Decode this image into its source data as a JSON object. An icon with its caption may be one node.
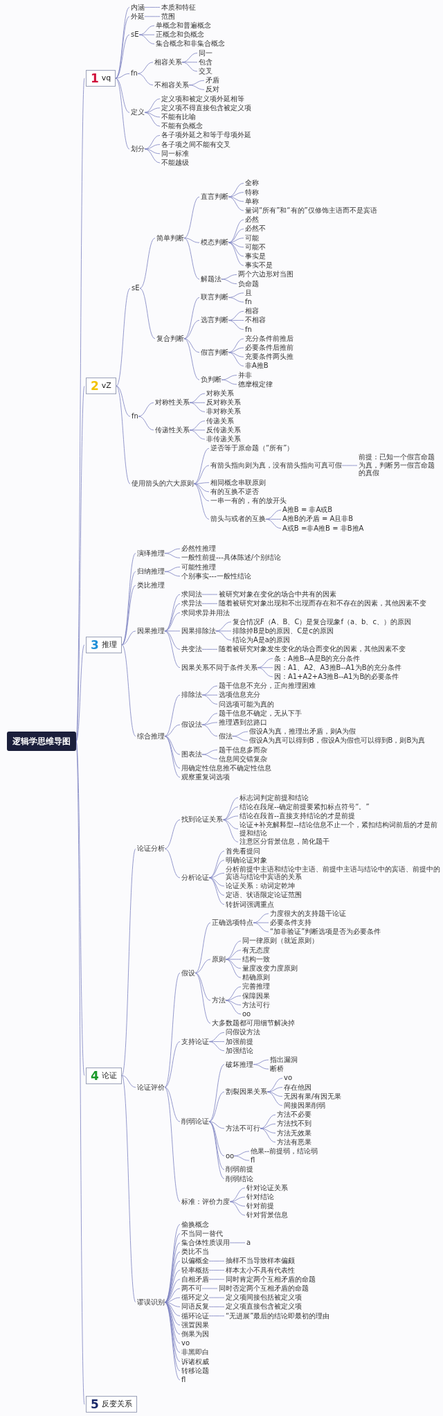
{
  "diagram": {
    "nodes": [
      {
        "text": [
          "逻辑学思维导图"
        ]
      },
      {
        "text": [
          "1",
          "vq"
        ]
      },
      {
        "text": [
          "内涵"
        ]
      },
      {
        "text": [
          "本质和特征"
        ]
      },
      {
        "text": [
          "外延"
        ]
      },
      {
        "text": [
          "范围"
        ]
      },
      {
        "text": [
          "sE"
        ]
      },
      {
        "text": [
          "单概念和普遍概念"
        ]
      },
      {
        "text": [
          "正概念和负概念"
        ]
      },
      {
        "text": [
          "集合概念和非集合概念"
        ]
      },
      {
        "text": [
          "fn"
        ]
      },
      {
        "text": [
          "相容关系"
        ]
      },
      {
        "text": [
          "同一"
        ]
      },
      {
        "text": [
          "包含"
        ]
      },
      {
        "text": [
          "交叉"
        ]
      },
      {
        "text": [
          "不相容关系"
        ]
      },
      {
        "text": [
          "矛盾"
        ]
      },
      {
        "text": [
          "反对"
        ]
      },
      {
        "text": [
          "定义"
        ]
      },
      {
        "text": [
          "定义项和被定义项外延相等"
        ]
      },
      {
        "text": [
          "定义项不得直接包含被定义项"
        ]
      },
      {
        "text": [
          "不能有比喻"
        ]
      },
      {
        "text": [
          "不能有负概念"
        ]
      },
      {
        "text": [
          "划分"
        ]
      },
      {
        "text": [
          "各子项外延之和等于母项外延"
        ]
      },
      {
        "text": [
          "各子项之间不能有交叉"
        ]
      },
      {
        "text": [
          "同一标准"
        ]
      },
      {
        "text": [
          "不能越级"
        ]
      },
      {
        "text": [
          "2",
          "vZ"
        ]
      },
      {
        "text": [
          "sE"
        ]
      },
      {
        "text": [
          "简单判断"
        ]
      },
      {
        "text": [
          "直言判断"
        ]
      },
      {
        "text": [
          "全称"
        ]
      },
      {
        "text": [
          "特称"
        ]
      },
      {
        "text": [
          "单称"
        ]
      },
      {
        "text": [
          "量词“所有”和“有的”仅修饰主语而不是宾语"
        ]
      },
      {
        "text": [
          "模态判断"
        ]
      },
      {
        "text": [
          "必然"
        ]
      },
      {
        "text": [
          "必然不"
        ]
      },
      {
        "text": [
          "可能"
        ]
      },
      {
        "text": [
          "可能不"
        ]
      },
      {
        "text": [
          "事实是"
        ]
      },
      {
        "text": [
          "事实不是"
        ]
      },
      {
        "text": [
          "解题法"
        ]
      },
      {
        "text": [
          "两个六边形对当图"
        ]
      },
      {
        "text": [
          "负命题"
        ]
      },
      {
        "text": [
          "复合判断"
        ]
      },
      {
        "text": [
          "联言判断"
        ]
      },
      {
        "text": [
          "且"
        ]
      },
      {
        "text": [
          "fn"
        ]
      },
      {
        "text": [
          "选言判断"
        ]
      },
      {
        "text": [
          "相容"
        ]
      },
      {
        "text": [
          "不相容"
        ]
      },
      {
        "text": [
          "fn"
        ]
      },
      {
        "text": [
          "假言判断"
        ]
      },
      {
        "text": [
          "充分条件前推后"
        ]
      },
      {
        "text": [
          "必要条件后推前"
        ]
      },
      {
        "text": [
          "充要条件两头推"
        ]
      },
      {
        "text": [
          "非A推B"
        ]
      },
      {
        "text": [
          "负判断"
        ]
      },
      {
        "text": [
          "并非"
        ]
      },
      {
        "text": [
          "德摩根定律"
        ]
      },
      {
        "text": [
          "fn"
        ]
      },
      {
        "text": [
          "对称性关系"
        ]
      },
      {
        "text": [
          "对称关系"
        ]
      },
      {
        "text": [
          "反对称关系"
        ]
      },
      {
        "text": [
          "非对称关系"
        ]
      },
      {
        "text": [
          "传递性关系"
        ]
      },
      {
        "text": [
          "传递关系"
        ]
      },
      {
        "text": [
          "反传递关系"
        ]
      },
      {
        "text": [
          "非传递关系"
        ]
      },
      {
        "text": [
          "使用箭头的六大原则"
        ]
      },
      {
        "text": [
          "逆否等于原命题（“所有”）"
        ]
      },
      {
        "text": [
          "有箭头指向则为真，没有箭头指向可真可假"
        ]
      },
      {
        "text": [
          "前提：已知一个假言命题为真，判断另一假言命题的真假"
        ]
      },
      {
        "text": [
          "相同概念串联原则"
        ]
      },
      {
        "text": [
          "有的互换不逆否"
        ]
      },
      {
        "text": [
          "一串一有的，有的放开头"
        ]
      },
      {
        "text": [
          "箭头与或者的互换"
        ]
      },
      {
        "text": [
          "A推B = 非A或B"
        ]
      },
      {
        "text": [
          "A推B的矛盾 = A且非B"
        ]
      },
      {
        "text": [
          "A或B =非A推B = 非B推A"
        ]
      },
      {
        "text": [
          "3",
          "推理"
        ]
      },
      {
        "text": [
          "演绎推理"
        ]
      },
      {
        "text": [
          "必然性推理"
        ]
      },
      {
        "text": [
          "一般性前提---具体陈述/个别结论"
        ]
      },
      {
        "text": [
          "归纳推理"
        ]
      },
      {
        "text": [
          "可能性推理"
        ]
      },
      {
        "text": [
          "个别事实---一般性结论"
        ]
      },
      {
        "text": [
          "类比推理"
        ]
      },
      {
        "text": [
          "因果推理"
        ]
      },
      {
        "text": [
          "求同法"
        ]
      },
      {
        "text": [
          "被研究对象在变化的场合中共有的因素"
        ]
      },
      {
        "text": [
          "求异法"
        ]
      },
      {
        "text": [
          "随着被研究对象出现和不出现而存在和不存在的因素，其他因素不变"
        ]
      },
      {
        "text": [
          "求同求异并用法"
        ]
      },
      {
        "text": [
          "因果排除法"
        ]
      },
      {
        "text": [
          "复合情况F（A、B、C）是复合现象f（a、b、c、）的原因"
        ]
      },
      {
        "text": [
          "排除掉B是b的原因、C是c的原因"
        ]
      },
      {
        "text": [
          "结论为A是a的原因"
        ]
      },
      {
        "text": [
          "共变法"
        ]
      },
      {
        "text": [
          "随着被研究对象发生变化的场合而变化的因素，其他因素不变"
        ]
      },
      {
        "text": [
          "因果关系不同于条件关系"
        ]
      },
      {
        "text": [
          "条：A推B--A是B的充分条件"
        ]
      },
      {
        "text": [
          "因：A1、A2、A3推B--A1为B的充分条件"
        ]
      },
      {
        "text": [
          "因：A1+A2+A3推B--A1为B的必要条件"
        ]
      },
      {
        "text": [
          "综合推理"
        ]
      },
      {
        "text": [
          "排除法"
        ]
      },
      {
        "text": [
          "题干信息不充分，正向推理困难"
        ]
      },
      {
        "text": [
          "选项信息充分"
        ]
      },
      {
        "text": [
          "问选项可能为真的"
        ]
      },
      {
        "text": [
          "假设法"
        ]
      },
      {
        "text": [
          "题干信息不确定，无从下手"
        ]
      },
      {
        "text": [
          "推理遇到岔路口"
        ]
      },
      {
        "text": [
          "假法"
        ]
      },
      {
        "text": [
          "假设A为真，推理出矛盾，则A为假"
        ]
      },
      {
        "text": [
          "假设A为真可以得到B，假设A为假也可以得到B，则B为真"
        ]
      },
      {
        "text": [
          "图表法"
        ]
      },
      {
        "text": [
          "题干信息多而杂"
        ]
      },
      {
        "text": [
          "信息间交错复杂"
        ]
      },
      {
        "text": [
          "用确定性信息推不确定性信息"
        ]
      },
      {
        "text": [
          "观察重复词选项"
        ]
      },
      {
        "text": [
          "4",
          "论证"
        ]
      },
      {
        "text": [
          "论证分析"
        ]
      },
      {
        "text": [
          "找到论证关系"
        ]
      },
      {
        "text": [
          "标志词判定前提和结论"
        ]
      },
      {
        "text": [
          "结论在段尾--确定前提要紧扣标点符号“。”"
        ]
      },
      {
        "text": [
          "结论在段首--直接支持结论的才是前提"
        ]
      },
      {
        "text": [
          "论证+补充解释型--结论信息不止一个，紧扣结构词前后的才是前提和结论"
        ]
      },
      {
        "text": [
          "注意区分背景信息，简化题干"
        ]
      },
      {
        "text": [
          "分析论证"
        ]
      },
      {
        "text": [
          "首先看提问"
        ]
      },
      {
        "text": [
          "明确论证对象"
        ]
      },
      {
        "text": [
          "分析前提中主语和结论中主语、前提中主语与结论中的宾语、前提中的宾语与结论中宾语的关系"
        ]
      },
      {
        "text": [
          "论证关系：动词定乾坤"
        ]
      },
      {
        "text": [
          "定语、状语限定论证范围"
        ]
      },
      {
        "text": [
          "转折词强调重点"
        ]
      },
      {
        "text": [
          "论证评价"
        ]
      },
      {
        "text": [
          "假设"
        ]
      },
      {
        "text": [
          "正确选项特点"
        ]
      },
      {
        "text": [
          "力度很大的支持题干论证"
        ]
      },
      {
        "text": [
          "必要条件支持"
        ]
      },
      {
        "text": [
          "“加非验证”判断选项是否为必要条件"
        ]
      },
      {
        "text": [
          "原则"
        ]
      },
      {
        "text": [
          "同一律原则（就近原则）"
        ]
      },
      {
        "text": [
          "有无态度"
        ]
      },
      {
        "text": [
          "结构一致"
        ]
      },
      {
        "text": [
          "量度改变力度原则"
        ]
      },
      {
        "text": [
          "精确原则"
        ]
      },
      {
        "text": [
          "方法"
        ]
      },
      {
        "text": [
          "完善推理"
        ]
      },
      {
        "text": [
          "保障因果"
        ]
      },
      {
        "text": [
          "方法可行"
        ]
      },
      {
        "text": [
          "oo"
        ]
      },
      {
        "text": [
          "大多数题都可用细节解决掉"
        ]
      },
      {
        "text": [
          "支持论证"
        ]
      },
      {
        "text": [
          "问假设方法"
        ]
      },
      {
        "text": [
          "加强前提"
        ]
      },
      {
        "text": [
          "加强结论"
        ]
      },
      {
        "text": [
          "削弱论证"
        ]
      },
      {
        "text": [
          "破坏推理"
        ]
      },
      {
        "text": [
          "指出漏洞"
        ]
      },
      {
        "text": [
          "断桥"
        ]
      },
      {
        "text": [
          "割裂因果关系"
        ]
      },
      {
        "text": [
          "vo"
        ]
      },
      {
        "text": [
          "存在他因"
        ]
      },
      {
        "text": [
          "无因有果/有因无果"
        ]
      },
      {
        "text": [
          "间接因果削弱"
        ]
      },
      {
        "text": [
          "方法不可行"
        ]
      },
      {
        "text": [
          "方法不必要"
        ]
      },
      {
        "text": [
          "方法找不到"
        ]
      },
      {
        "text": [
          "方法无效果"
        ]
      },
      {
        "text": [
          "方法有恶果"
        ]
      },
      {
        "text": [
          "oo"
        ]
      },
      {
        "text": [
          "他果--前提弱，结论弱"
        ]
      },
      {
        "text": [
          "fl"
        ]
      },
      {
        "text": [
          "削弱前提"
        ]
      },
      {
        "text": [
          "削弱结论"
        ]
      },
      {
        "text": [
          "标准：评价力度"
        ]
      },
      {
        "text": [
          "针对论证关系"
        ]
      },
      {
        "text": [
          "针对结论"
        ]
      },
      {
        "text": [
          "针对前提"
        ]
      },
      {
        "text": [
          "针对背景信息"
        ]
      },
      {
        "text": [
          "谬误识别"
        ]
      },
      {
        "text": [
          "偷换概念"
        ]
      },
      {
        "text": [
          "不当同一替代"
        ]
      },
      {
        "text": [
          "集合体性质误用"
        ]
      },
      {
        "text": [
          "a"
        ]
      },
      {
        "text": [
          "类比不当"
        ]
      },
      {
        "text": [
          "以偏概全"
        ]
      },
      {
        "text": [
          "抽样不当导致样本偏颇"
        ]
      },
      {
        "text": [
          "轻率概括"
        ]
      },
      {
        "text": [
          "样本太小不具有代表性"
        ]
      },
      {
        "text": [
          "自相矛盾"
        ]
      },
      {
        "text": [
          "同时肯定两个互相矛盾的命题"
        ]
      },
      {
        "text": [
          "两不可"
        ]
      },
      {
        "text": [
          "同时否定两个互相矛盾的命题"
        ]
      },
      {
        "text": [
          "循环定义"
        ]
      },
      {
        "text": [
          "定义项间接包括被定义项"
        ]
      },
      {
        "text": [
          "同语反复"
        ]
      },
      {
        "text": [
          "定义项直接包含被定义项"
        ]
      },
      {
        "text": [
          "循环论证"
        ]
      },
      {
        "text": [
          "“无进展”最后的结论即最初的理由"
        ]
      },
      {
        "text": [
          "强置因果"
        ]
      },
      {
        "text": [
          "倒果为因"
        ]
      },
      {
        "text": [
          "vo"
        ]
      },
      {
        "text": [
          "非黑即白"
        ]
      },
      {
        "text": [
          "诉诸权威"
        ]
      },
      {
        "text": [
          "转移论题"
        ]
      },
      {
        "text": [
          "fl"
        ]
      },
      {
        "text": [
          "5",
          "反变关系"
        ]
      }
    ],
    "edges": [
      {
        "from": 0,
        "to": 1,
        "arrow": "none"
      },
      {
        "from": 0,
        "to": 28,
        "arrow": "none"
      },
      {
        "from": 0,
        "to": 82,
        "arrow": "none"
      },
      {
        "from": 0,
        "to": 122,
        "arrow": "none"
      },
      {
        "from": 0,
        "to": 210,
        "arrow": "none"
      },
      {
        "from": 1,
        "to": 2,
        "arrow": "none"
      },
      {
        "from": 1,
        "to": 4,
        "arrow": "none"
      },
      {
        "from": 1,
        "to": 6,
        "arrow": "none"
      },
      {
        "from": 1,
        "to": 10,
        "arrow": "none"
      },
      {
        "from": 1,
        "to": 18,
        "arrow": "none"
      },
      {
        "from": 1,
        "to": 23,
        "arrow": "none"
      },
      {
        "from": 2,
        "to": 3,
        "arrow": "none"
      },
      {
        "from": 4,
        "to": 5,
        "arrow": "none"
      },
      {
        "from": 6,
        "to": 7,
        "arrow": "none"
      },
      {
        "from": 6,
        "to": 8,
        "arrow": "none"
      },
      {
        "from": 6,
        "to": 9,
        "arrow": "none"
      },
      {
        "from": 10,
        "to": 11,
        "arrow": "none"
      },
      {
        "from": 10,
        "to": 15,
        "arrow": "none"
      },
      {
        "from": 11,
        "to": 12,
        "arrow": "none"
      },
      {
        "from": 11,
        "to": 13,
        "arrow": "none"
      },
      {
        "from": 11,
        "to": 14,
        "arrow": "none"
      },
      {
        "from": 15,
        "to": 16,
        "arrow": "none"
      },
      {
        "from": 15,
        "to": 17,
        "arrow": "none"
      },
      {
        "from": 18,
        "to": 19,
        "arrow": "none"
      },
      {
        "from": 18,
        "to": 20,
        "arrow": "none"
      },
      {
        "from": 18,
        "to": 21,
        "arrow": "none"
      },
      {
        "from": 18,
        "to": 22,
        "arrow": "none"
      },
      {
        "from": 23,
        "to": 24,
        "arrow": "none"
      },
      {
        "from": 23,
        "to": 25,
        "arrow": "none"
      },
      {
        "from": 23,
        "to": 26,
        "arrow": "none"
      },
      {
        "from": 23,
        "to": 27,
        "arrow": "none"
      },
      {
        "from": 28,
        "to": 29,
        "arrow": "none"
      },
      {
        "from": 28,
        "to": 62,
        "arrow": "none"
      },
      {
        "from": 28,
        "to": 71,
        "arrow": "none"
      },
      {
        "from": 29,
        "to": 30,
        "arrow": "none"
      },
      {
        "from": 29,
        "to": 46,
        "arrow": "none"
      },
      {
        "from": 30,
        "to": 31,
        "arrow": "none"
      },
      {
        "from": 30,
        "to": 36,
        "arrow": "none"
      },
      {
        "from": 30,
        "to": 43,
        "arrow": "none"
      },
      {
        "from": 31,
        "to": 32,
        "arrow": "none"
      },
      {
        "from": 31,
        "to": 33,
        "arrow": "none"
      },
      {
        "from": 31,
        "to": 34,
        "arrow": "none"
      },
      {
        "from": 31,
        "to": 35,
        "arrow": "none"
      },
      {
        "from": 36,
        "to": 37,
        "arrow": "none"
      },
      {
        "from": 36,
        "to": 38,
        "arrow": "none"
      },
      {
        "from": 36,
        "to": 39,
        "arrow": "none"
      },
      {
        "from": 36,
        "to": 40,
        "arrow": "none"
      },
      {
        "from": 36,
        "to": 41,
        "arrow": "none"
      },
      {
        "from": 36,
        "to": 42,
        "arrow": "none"
      },
      {
        "from": 43,
        "to": 44,
        "arrow": "none"
      },
      {
        "from": 43,
        "to": 45,
        "arrow": "none"
      },
      {
        "from": 46,
        "to": 47,
        "arrow": "none"
      },
      {
        "from": 46,
        "to": 50,
        "arrow": "none"
      },
      {
        "from": 46,
        "to": 54,
        "arrow": "none"
      },
      {
        "from": 46,
        "to": 59,
        "arrow": "none"
      },
      {
        "from": 47,
        "to": 48,
        "arrow": "none"
      },
      {
        "from": 47,
        "to": 49,
        "arrow": "none"
      },
      {
        "from": 50,
        "to": 51,
        "arrow": "none"
      },
      {
        "from": 50,
        "to": 52,
        "arrow": "none"
      },
      {
        "from": 50,
        "to": 53,
        "arrow": "none"
      },
      {
        "from": 54,
        "to": 55,
        "arrow": "none"
      },
      {
        "from": 54,
        "to": 56,
        "arrow": "none"
      },
      {
        "from": 54,
        "to": 57,
        "arrow": "none"
      },
      {
        "from": 54,
        "to": 58,
        "arrow": "none"
      },
      {
        "from": 59,
        "to": 60,
        "arrow": "none"
      },
      {
        "from": 59,
        "to": 61,
        "arrow": "none"
      },
      {
        "from": 62,
        "to": 63,
        "arrow": "none"
      },
      {
        "from": 62,
        "to": 67,
        "arrow": "none"
      },
      {
        "from": 63,
        "to": 64,
        "arrow": "none"
      },
      {
        "from": 63,
        "to": 65,
        "arrow": "none"
      },
      {
        "from": 63,
        "to": 66,
        "arrow": "none"
      },
      {
        "from": 67,
        "to": 68,
        "arrow": "none"
      },
      {
        "from": 67,
        "to": 69,
        "arrow": "none"
      },
      {
        "from": 67,
        "to": 70,
        "arrow": "none"
      },
      {
        "from": 71,
        "to": 72,
        "arrow": "none"
      },
      {
        "from": 71,
        "to": 73,
        "arrow": "none"
      },
      {
        "from": 71,
        "to": 75,
        "arrow": "none"
      },
      {
        "from": 71,
        "to": 76,
        "arrow": "none"
      },
      {
        "from": 71,
        "to": 77,
        "arrow": "none"
      },
      {
        "from": 71,
        "to": 78,
        "arrow": "none"
      },
      {
        "from": 73,
        "to": 74,
        "arrow": "none"
      },
      {
        "from": 78,
        "to": 79,
        "arrow": "none"
      },
      {
        "from": 78,
        "to": 80,
        "arrow": "none"
      },
      {
        "from": 78,
        "to": 81,
        "arrow": "none"
      },
      {
        "from": 82,
        "to": 83,
        "arrow": "none"
      },
      {
        "from": 82,
        "to": 86,
        "arrow": "none"
      },
      {
        "from": 82,
        "to": 89,
        "arrow": "none"
      },
      {
        "from": 82,
        "to": 90,
        "arrow": "none"
      },
      {
        "from": 82,
        "to": 106,
        "arrow": "none"
      },
      {
        "from": 83,
        "to": 84,
        "arrow": "none"
      },
      {
        "from": 83,
        "to": 85,
        "arrow": "none"
      },
      {
        "from": 86,
        "to": 87,
        "arrow": "none"
      },
      {
        "from": 86,
        "to": 88,
        "arrow": "none"
      },
      {
        "from": 90,
        "to": 91,
        "arrow": "none"
      },
      {
        "from": 90,
        "to": 93,
        "arrow": "none"
      },
      {
        "from": 90,
        "to": 95,
        "arrow": "none"
      },
      {
        "from": 90,
        "to": 96,
        "arrow": "none"
      },
      {
        "from": 90,
        "to": 100,
        "arrow": "none"
      },
      {
        "from": 90,
        "to": 102,
        "arrow": "none"
      },
      {
        "from": 91,
        "to": 92,
        "arrow": "none"
      },
      {
        "from": 93,
        "to": 94,
        "arrow": "none"
      },
      {
        "from": 96,
        "to": 97,
        "arrow": "none"
      },
      {
        "from": 96,
        "to": 98,
        "arrow": "none"
      },
      {
        "from": 96,
        "to": 99,
        "arrow": "none"
      },
      {
        "from": 100,
        "to": 101,
        "arrow": "none"
      },
      {
        "from": 102,
        "to": 103,
        "arrow": "none"
      },
      {
        "from": 102,
        "to": 104,
        "arrow": "none"
      },
      {
        "from": 102,
        "to": 105,
        "arrow": "none"
      },
      {
        "from": 106,
        "to": 107,
        "arrow": "none"
      },
      {
        "from": 106,
        "to": 111,
        "arrow": "none"
      },
      {
        "from": 106,
        "to": 117,
        "arrow": "none"
      },
      {
        "from": 106,
        "to": 120,
        "arrow": "none"
      },
      {
        "from": 106,
        "to": 121,
        "arrow": "none"
      },
      {
        "from": 107,
        "to": 108,
        "arrow": "none"
      },
      {
        "from": 107,
        "to": 109,
        "arrow": "none"
      },
      {
        "from": 107,
        "to": 110,
        "arrow": "none"
      },
      {
        "from": 111,
        "to": 112,
        "arrow": "none"
      },
      {
        "from": 111,
        "to": 113,
        "arrow": "none"
      },
      {
        "from": 111,
        "to": 114,
        "arrow": "none"
      },
      {
        "from": 114,
        "to": 115,
        "arrow": "none"
      },
      {
        "from": 114,
        "to": 116,
        "arrow": "none"
      },
      {
        "from": 117,
        "to": 118,
        "arrow": "none"
      },
      {
        "from": 117,
        "to": 119,
        "arrow": "none"
      },
      {
        "from": 122,
        "to": 123,
        "arrow": "none"
      },
      {
        "from": 122,
        "to": 137,
        "arrow": "none"
      },
      {
        "from": 122,
        "to": 183,
        "arrow": "none"
      },
      {
        "from": 123,
        "to": 124,
        "arrow": "none"
      },
      {
        "from": 123,
        "to": 130,
        "arrow": "none"
      },
      {
        "from": 124,
        "to": 125,
        "arrow": "none"
      },
      {
        "from": 124,
        "to": 126,
        "arrow": "none"
      },
      {
        "from": 124,
        "to": 127,
        "arrow": "none"
      },
      {
        "from": 124,
        "to": 128,
        "arrow": "none"
      },
      {
        "from": 124,
        "to": 129,
        "arrow": "none"
      },
      {
        "from": 130,
        "to": 131,
        "arrow": "none"
      },
      {
        "from": 130,
        "to": 132,
        "arrow": "none"
      },
      {
        "from": 130,
        "to": 133,
        "arrow": "none"
      },
      {
        "from": 130,
        "to": 134,
        "arrow": "none"
      },
      {
        "from": 130,
        "to": 135,
        "arrow": "none"
      },
      {
        "from": 130,
        "to": 136,
        "arrow": "none"
      },
      {
        "from": 137,
        "to": 138,
        "arrow": "none"
      },
      {
        "from": 137,
        "to": 155,
        "arrow": "none"
      },
      {
        "from": 137,
        "to": 159,
        "arrow": "none"
      },
      {
        "from": 137,
        "to": 178,
        "arrow": "none"
      },
      {
        "from": 138,
        "to": 139,
        "arrow": "none"
      },
      {
        "from": 138,
        "to": 143,
        "arrow": "none"
      },
      {
        "from": 138,
        "to": 149,
        "arrow": "none"
      },
      {
        "from": 138,
        "to": 154,
        "arrow": "none"
      },
      {
        "from": 139,
        "to": 140,
        "arrow": "none"
      },
      {
        "from": 139,
        "to": 141,
        "arrow": "none"
      },
      {
        "from": 139,
        "to": 142,
        "arrow": "none"
      },
      {
        "from": 143,
        "to": 144,
        "arrow": "none"
      },
      {
        "from": 143,
        "to": 145,
        "arrow": "none"
      },
      {
        "from": 143,
        "to": 146,
        "arrow": "none"
      },
      {
        "from": 143,
        "to": 147,
        "arrow": "none"
      },
      {
        "from": 143,
        "to": 148,
        "arrow": "none"
      },
      {
        "from": 149,
        "to": 150,
        "arrow": "none"
      },
      {
        "from": 149,
        "to": 151,
        "arrow": "none"
      },
      {
        "from": 149,
        "to": 152,
        "arrow": "none"
      },
      {
        "from": 149,
        "to": 153,
        "arrow": "none"
      },
      {
        "from": 155,
        "to": 156,
        "arrow": "none"
      },
      {
        "from": 155,
        "to": 157,
        "arrow": "none"
      },
      {
        "from": 155,
        "to": 158,
        "arrow": "none"
      },
      {
        "from": 159,
        "to": 160,
        "arrow": "none"
      },
      {
        "from": 159,
        "to": 163,
        "arrow": "none"
      },
      {
        "from": 159,
        "to": 168,
        "arrow": "none"
      },
      {
        "from": 159,
        "to": 173,
        "arrow": "none"
      },
      {
        "from": 159,
        "to": 176,
        "arrow": "none"
      },
      {
        "from": 159,
        "to": 177,
        "arrow": "none"
      },
      {
        "from": 160,
        "to": 161,
        "arrow": "none"
      },
      {
        "from": 160,
        "to": 162,
        "arrow": "none"
      },
      {
        "from": 163,
        "to": 164,
        "arrow": "none"
      },
      {
        "from": 163,
        "to": 165,
        "arrow": "none"
      },
      {
        "from": 163,
        "to": 166,
        "arrow": "none"
      },
      {
        "from": 163,
        "to": 167,
        "arrow": "none"
      },
      {
        "from": 168,
        "to": 169,
        "arrow": "none"
      },
      {
        "from": 168,
        "to": 170,
        "arrow": "none"
      },
      {
        "from": 168,
        "to": 171,
        "arrow": "none"
      },
      {
        "from": 168,
        "to": 172,
        "arrow": "none"
      },
      {
        "from": 173,
        "to": 174,
        "arrow": "none"
      },
      {
        "from": 173,
        "to": 175,
        "arrow": "none"
      },
      {
        "from": 178,
        "to": 179,
        "arrow": "none"
      },
      {
        "from": 178,
        "to": 180,
        "arrow": "none"
      },
      {
        "from": 178,
        "to": 181,
        "arrow": "none"
      },
      {
        "from": 178,
        "to": 182,
        "arrow": "none"
      },
      {
        "from": 183,
        "to": 184,
        "arrow": "none"
      },
      {
        "from": 183,
        "to": 185,
        "arrow": "none"
      },
      {
        "from": 183,
        "to": 186,
        "arrow": "none"
      },
      {
        "from": 183,
        "to": 188,
        "arrow": "none"
      },
      {
        "from": 183,
        "to": 189,
        "arrow": "none"
      },
      {
        "from": 183,
        "to": 191,
        "arrow": "none"
      },
      {
        "from": 183,
        "to": 193,
        "arrow": "none"
      },
      {
        "from": 183,
        "to": 195,
        "arrow": "none"
      },
      {
        "from": 183,
        "to": 197,
        "arrow": "none"
      },
      {
        "from": 183,
        "to": 199,
        "arrow": "none"
      },
      {
        "from": 183,
        "to": 201,
        "arrow": "none"
      },
      {
        "from": 183,
        "to": 203,
        "arrow": "none"
      },
      {
        "from": 183,
        "to": 204,
        "arrow": "none"
      },
      {
        "from": 183,
        "to": 205,
        "arrow": "none"
      },
      {
        "from": 183,
        "to": 206,
        "arrow": "none"
      },
      {
        "from": 183,
        "to": 207,
        "arrow": "none"
      },
      {
        "from": 183,
        "to": 208,
        "arrow": "none"
      },
      {
        "from": 183,
        "to": 209,
        "arrow": "none"
      },
      {
        "from": 186,
        "to": 187,
        "arrow": "none"
      },
      {
        "from": 189,
        "to": 190,
        "arrow": "none"
      },
      {
        "from": 191,
        "to": 192,
        "arrow": "none"
      },
      {
        "from": 193,
        "to": 194,
        "arrow": "none"
      },
      {
        "from": 195,
        "to": 196,
        "arrow": "none"
      },
      {
        "from": 197,
        "to": 198,
        "arrow": "none"
      },
      {
        "from": 199,
        "to": 200,
        "arrow": "none"
      },
      {
        "from": 201,
        "to": 202,
        "arrow": "none"
      }
    ]
  }
}
